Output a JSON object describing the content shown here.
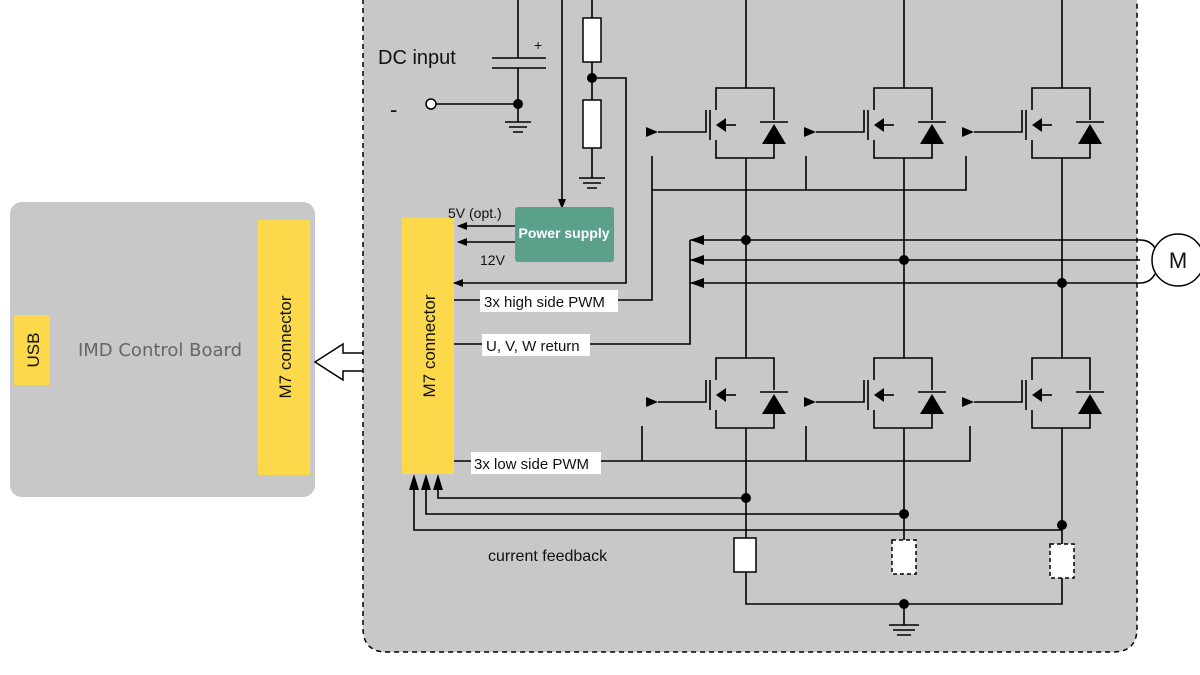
{
  "control_board": {
    "title": "IMD Control Board",
    "usb_label": "USB",
    "connector_label": "M7 connector"
  },
  "power_board": {
    "connector_label": "M7 connector",
    "dc_input_label": "DC input",
    "minus_label": "-",
    "plus_label": "+",
    "power_supply_label": "Power supply",
    "supply_5v_label": "5V (opt.)",
    "supply_12v_label": "12V",
    "high_side_label": "3x high side PWM",
    "return_label": "U, V, W return",
    "low_side_label": "3x low side PWM",
    "feedback_label": "current feedback",
    "motor_label": "M"
  },
  "colors": {
    "board_fill": "#c8c8c8",
    "connector_fill": "#fcd94a",
    "power_supply_fill": "#5aa08a",
    "wire": "#000000"
  }
}
